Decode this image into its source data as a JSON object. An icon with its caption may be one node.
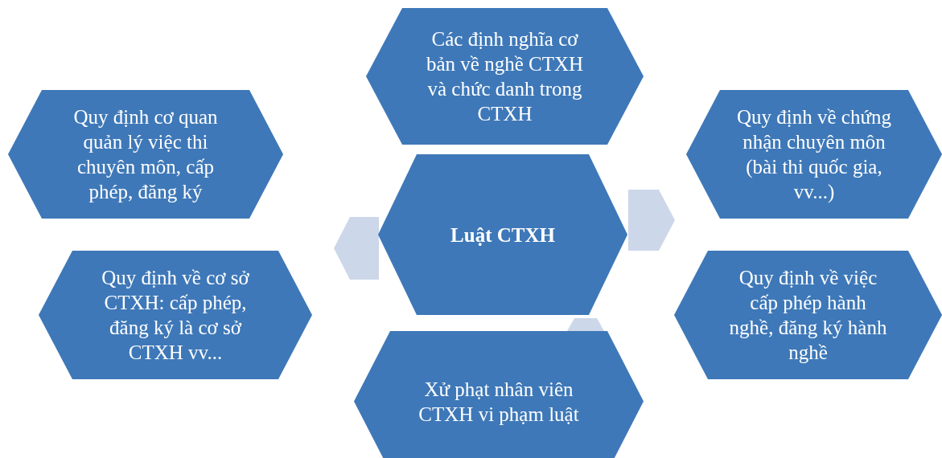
{
  "diagram": {
    "nodes": [
      {
        "text": [
          "Các định nghĩa cơ bản về nghề CTXH và chức danh trong CTXH"
        ]
      },
      {
        "text": [
          "Quy định cơ quan quản lý việc thi chuyên môn, cấp phép, đăng ký"
        ]
      },
      {
        "text": [
          "Quy định về chứng nhận chuyên môn (bài thi quốc gia, vv...)"
        ]
      },
      {
        "text": [
          "Luật CTXH"
        ]
      },
      {
        "text": [],
        "shape": "hexagon"
      },
      {
        "text": [],
        "shape": "hexagon"
      },
      {
        "text": [
          "Quy định về cơ sở CTXH: cấp phép, đăng ký là cơ sở CTXH vv..."
        ]
      },
      {
        "text": [
          "Quy định về việc cấp phép hành nghề, đăng ký hành nghề"
        ]
      },
      {
        "text": [],
        "shape": "hexagon"
      },
      {
        "text": [
          "Xử phạt nhân viên CTXH vi phạm luật"
        ]
      }
    ]
  }
}
